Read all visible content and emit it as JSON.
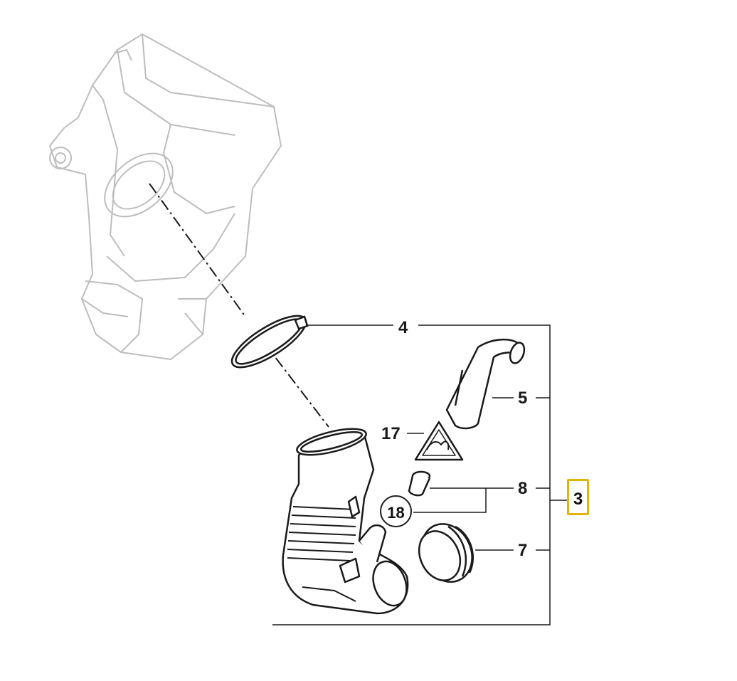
{
  "callouts": {
    "part_4": "4",
    "part_5": "5",
    "part_17": "17",
    "part_8": "8",
    "part_18": "18",
    "part_7": "7",
    "part_3": "3"
  },
  "colors": {
    "line": "#1a1a1a",
    "ghost_line": "#bdbdbd",
    "highlight": "#e5b400"
  }
}
